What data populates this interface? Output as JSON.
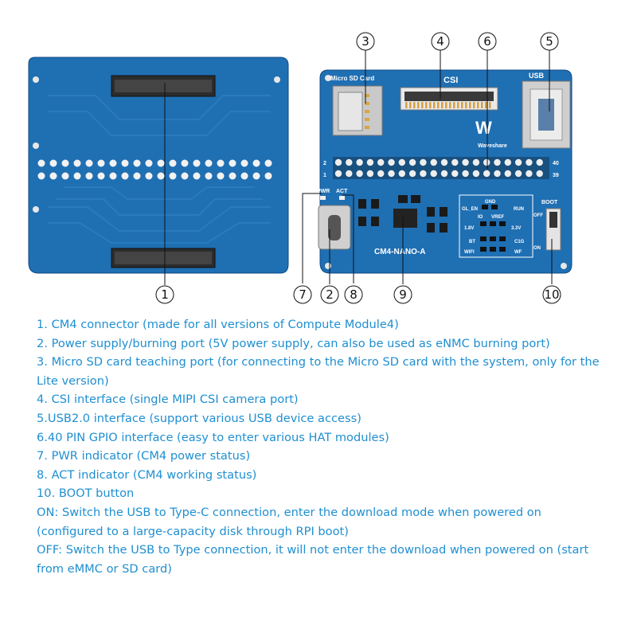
{
  "callouts": [
    "1",
    "2",
    "3",
    "4",
    "5",
    "6",
    "7",
    "8",
    "9",
    "10"
  ],
  "board_labels": {
    "micro_sd": "Micro SD Card",
    "csi": "CSI",
    "usb": "USB",
    "pwr": "PWR",
    "act": "ACT",
    "model": "CM4-NANO-A",
    "boot": "BOOT",
    "brand": "Waveshare",
    "pin_left_top": "2",
    "pin_left_bottom": "1",
    "pin_right_top": "40",
    "pin_right_bottom": "39",
    "on": "ON",
    "off": "OFF",
    "v18": "1.8V",
    "v33": "3.3V",
    "vref": "VREF",
    "io": "IO",
    "run": "RUN",
    "gl_en": "GL_EN",
    "bt": "BT",
    "wifi": "WIFI",
    "cl": "C1G",
    "wf": "WF",
    "gnd": "GND"
  },
  "descriptions": [
    "1. CM4 connector (made for all versions of Compute Module4)",
    "2. Power supply/burning port (5V power supply, can also be used as eNMC burning port)",
    "3. Micro SD card teaching port (for connecting to the Micro SD card with the system, only for the Lite version)",
    "4. CSI interface (single MIPI CSI camera port)",
    "5.USB2.0 interface (support various USB device access)",
    "6.40 PIN GPIO interface (easy to enter various HAT modules)",
    "7. PWR indicator (CM4 power status)",
    "8. ACT indicator (CM4 working status)",
    "10. BOOT button",
    "ON: Switch the USB to Type-C connection, enter the download mode when powered on (configured to a large-capacity disk through RPI boot)",
    "OFF: Switch the USB to Type connection, it will not enter the download when powered on (start from eMMC or SD card)"
  ],
  "colors": {
    "board": "#1f6fb3",
    "board_dark": "#17589a",
    "text": "#1f8fd1"
  }
}
